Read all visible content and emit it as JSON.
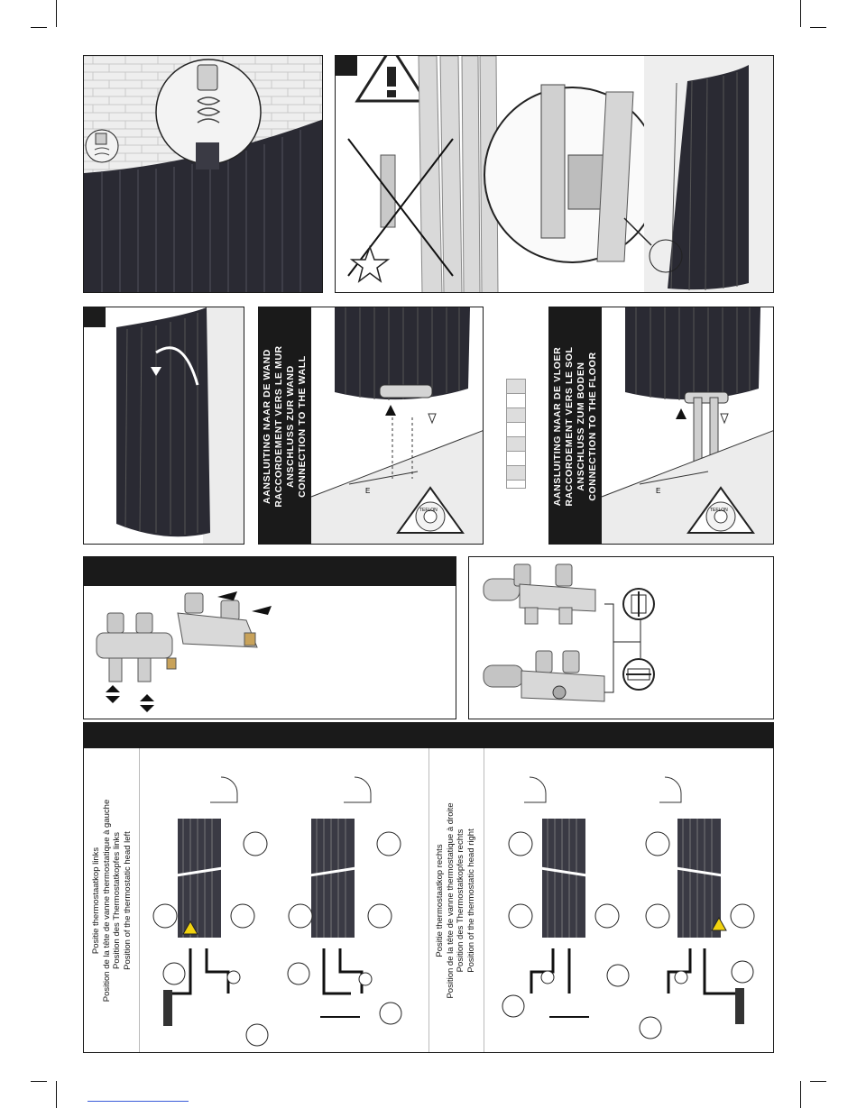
{
  "wall_connection": {
    "lines": [
      "AANSLUITING NAAR DE WAND",
      "RACCORDEMENT VERS LE MUR",
      "ANSCHLUSS ZUR WAND",
      "CONNECTION TO THE WALL"
    ]
  },
  "floor_connection": {
    "lines": [
      "AANSLUITING NAAR DE VLOER",
      "RACCORDEMENT VERS LE SOL",
      "ANSCHLUSS ZUM BODEN",
      "CONNECTION TO THE FLOOR"
    ]
  },
  "dim_label": "E",
  "tape_label": "TEFLON",
  "thermostat_left": {
    "lines": [
      "Positie thermostaatkop links",
      "Position de la tête de vanne thermostatique à gauche",
      "Position des Thermostatkopfes links",
      "Position of the thermostatic head left"
    ]
  },
  "thermostat_right": {
    "lines": [
      "Positie thermostaatkop rechts",
      "Position de la tête de vanne thermostatique à droite",
      "Position des Thermostatkopfes rechts",
      "Position of the thermostatic head right"
    ]
  },
  "colors": {
    "radiator": "#2a2a33",
    "panel_border": "#1a1a1a",
    "warning": "#f2d30f",
    "brick": "#e9e9e9"
  },
  "icons": [
    "warning-icon",
    "prohibited-icon",
    "star-icon",
    "teflon-tape-icon",
    "arrow-up-icon",
    "arrow-down-icon",
    "valve-icon"
  ]
}
